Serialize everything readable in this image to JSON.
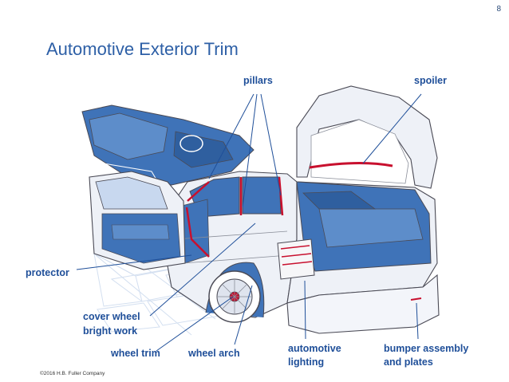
{
  "page_number": "8",
  "title": "Automotive Exterior Trim",
  "labels": {
    "pillars": "pillars",
    "spoiler": "spoiler",
    "protector": "protector",
    "cover_wheel": "cover wheel",
    "bright_work": "bright work",
    "wheel_trim": "wheel trim",
    "wheel_arch": "wheel arch",
    "automotive_lighting_1": "automotive",
    "automotive_lighting_2": "lighting",
    "bumper_1": "bumper assembly",
    "bumper_2": "and plates"
  },
  "copyright": "©2016 H.B. Fuller Company",
  "colors": {
    "title": "#2d5fa6",
    "label": "#1f4f99",
    "blue_fill": "#3f73b8",
    "light_fill": "#c8d8ef",
    "outline": "#4a4a55",
    "trim_red": "#c8102e"
  }
}
